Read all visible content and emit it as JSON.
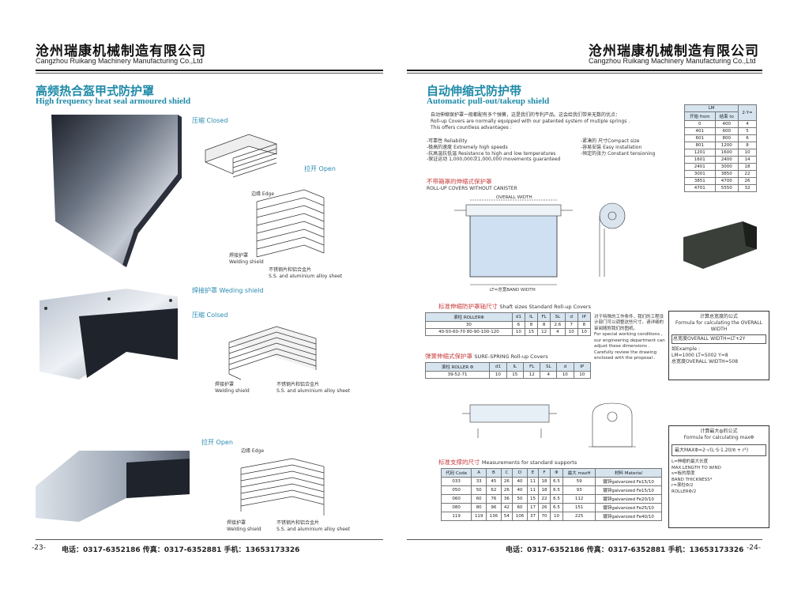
{
  "left_header": {
    "company_cn": "沧州瑞康机械制造有限公司",
    "company_en": "Cangzhou Ruikang Machinery Manufacturing Co.,Ltd"
  },
  "right_header": {
    "company_cn": "沧州瑞康机械制造有限公司",
    "company_en": "Cangzhou Ruikang Machinery Manufacturing Co.,Ltd"
  },
  "left": {
    "title_cn": "高频热合盔甲式防护罩",
    "title_en": "High frequency heat seal armoured shield",
    "closed1": "压缩 Closed",
    "open1": "拉开 Open",
    "edge1": "边缘 Edge",
    "welding_shield1": "焊接护罩",
    "welding_shield1_en": "Welding shield",
    "ss1": "不锈钢片和铝合金片",
    "ss1_en": "S.S. and aluminium alloy sheet",
    "welding_title": "焊接护罩 Weding shield",
    "closed2": "压缩 Colsed",
    "welding_shield2": "焊接护罩",
    "welding_shield2_en": "Welding shield",
    "ss2": "不锈钢片和铝合金片",
    "ss2_en": "S.S. and aluminium alloy sheet",
    "open2": "拉开 Open",
    "edge2": "边缘 Edge",
    "welding_shield3": "焊接护罩",
    "welding_shield3_en": "Welding shield",
    "ss3": "不锈钢片和铝合金片",
    "ss3_en": "S.S. and aluminium alloy sheet"
  },
  "right": {
    "title_cn": "自动伸缩式防护带",
    "title_en": "Automatic pull-out/takeup shield",
    "intro_cn": "自动伸缩保护罩一般都配有多个弹簧，这是我们的专利产品。这会给我们带来无数的优点：",
    "intro_en1": "Roll-up Covers are normally equipped with our patented system of mutiple springs .",
    "intro_en2": "This offers countless advantages :",
    "adv": [
      "-可靠性 Reliability",
      "-极高的速度 Extremely high speeds",
      "-抗高温抗低温 Resistance to high and low temperatures",
      "-保证运动 1,000,000次1,000,000 movements guaranteed"
    ],
    "adv2": [
      "-紧凑的 尺寸Compact size",
      "-容易安装 Easy installation",
      "-恒定的张力 Constant tensioning"
    ],
    "lm_table": {
      "headers": [
        "LM",
        "开始 from",
        "结束 to",
        "2·Y="
      ],
      "rows": [
        [
          "0",
          "400",
          "4"
        ],
        [
          "401",
          "600",
          "5"
        ],
        [
          "601",
          "800",
          "6"
        ],
        [
          "801",
          "1200",
          "8"
        ],
        [
          "1201",
          "1600",
          "10"
        ],
        [
          "1601",
          "2400",
          "14"
        ],
        [
          "2401",
          "3000",
          "18"
        ],
        [
          "3001",
          "3850",
          "22"
        ],
        [
          "3851",
          "4700",
          "26"
        ],
        [
          "4701",
          "5550",
          "32"
        ]
      ]
    },
    "no_canister_cn": "不带箱罩的伸缩式保护罩",
    "no_canister_en": "ROLL-UP COVERS WITHOUT CANISTER",
    "drawing_overall": "OVERALL WIDTH",
    "drawing_lt": "LT=总宽BAND WIDTH",
    "shaft_title_cn": "标准伸缩防护罩轴尺寸",
    "shaft_title_en": "Shaft sizes Standard Roll-up Covers",
    "shaft_table": {
      "headers": [
        "滚柱 ROLLERΦ",
        "d1",
        "IL",
        "FL",
        "SL",
        "d",
        "IP"
      ],
      "rows": [
        [
          "30",
          "6",
          "8",
          "8",
          "2.6",
          "7",
          "8"
        ],
        [
          "40-50-60-70 80-90-100-120",
          "10",
          "15",
          "12",
          "4",
          "10",
          "10"
        ]
      ]
    },
    "special_note": "对于特殊的工作条件，我们的工程设计部门可以调整这些尺寸。请详细的审阅随附我们的图纸。",
    "special_note_en": "For special working conditions , our engineering department can adjust these dimensions . Carefully review the drawing enclosed with the proposal .",
    "spring_title_cn": "弹簧伸缩式保护罩",
    "spring_title_en": "SURE-SPRING Roll-up Covers",
    "spring_table": {
      "headers": [
        "滚柱 ROLLER Φ",
        "d1",
        "IL",
        "FL",
        "SL",
        "d",
        "IP"
      ],
      "rows": [
        [
          "39-52-71",
          "10",
          "15",
          "12",
          "4",
          "10",
          "10"
        ]
      ]
    },
    "formula1_title_cn": "计算总宽度的公式",
    "formula1_title_en": "Formula for calculating the OVERALL WIDTH",
    "formula1": "总宽度OVERALL WIDTH=LT+2Y",
    "example_label": "如Example :",
    "example_values": "LM=1000    LT=5002    Y=8",
    "example_result": "总宽度OVERALL WIDTH=508",
    "formula2_title_cn": "计算最大ф的公式",
    "formula2_title_en": "Formula for calculating maxΦ",
    "formula2": "最大MAXΦ=2·√(L·S·1.20/π + r²)",
    "legend": [
      "L=伸缩的最大长度",
      "MAX.LENGTH TO WIND",
      "s=板的厚度",
      "BAND THICKNESS*",
      "r=滚柱Φ/2",
      "ROLLERΦ/2"
    ],
    "supports_title_cn": "标准支撑的尺寸",
    "supports_title_en": "Measurements for standard supports",
    "supports_table": {
      "headers": [
        "代码 Code",
        "A",
        "B",
        "C",
        "D",
        "E",
        "F",
        "Φ",
        "最大 maxH",
        "材料 Material"
      ],
      "rows": [
        [
          "033",
          "33",
          "45",
          "26",
          "40",
          "11",
          "18",
          "6.5",
          "59",
          "镀锌galvanized Fe15/10"
        ],
        [
          "050",
          "50",
          "62",
          "26",
          "40",
          "11",
          "18",
          "6.5",
          "93",
          "镀锌galvanized Fe15/10"
        ],
        [
          "060",
          "60",
          "76",
          "36",
          "50",
          "15",
          "22",
          "6.5",
          "112",
          "镀锌galvanized Fe20/10"
        ],
        [
          "080",
          "80",
          "96",
          "42",
          "60",
          "17",
          "26",
          "6.5",
          "151",
          "镀锌galvanized Fe25/10"
        ],
        [
          "119",
          "119",
          "136",
          "54",
          "106",
          "37",
          "70",
          "10",
          "225",
          "镀锌galvanized Fe40/10"
        ]
      ]
    }
  },
  "footer_left": {
    "page": "-23-",
    "contact": "电话：0317-6352186   传真：0317-6352881   手机：13653173326"
  },
  "footer_right": {
    "page": "-24-",
    "contact": "电话：0317-6352186   传真：0317-6352881   手机：13653173326"
  }
}
